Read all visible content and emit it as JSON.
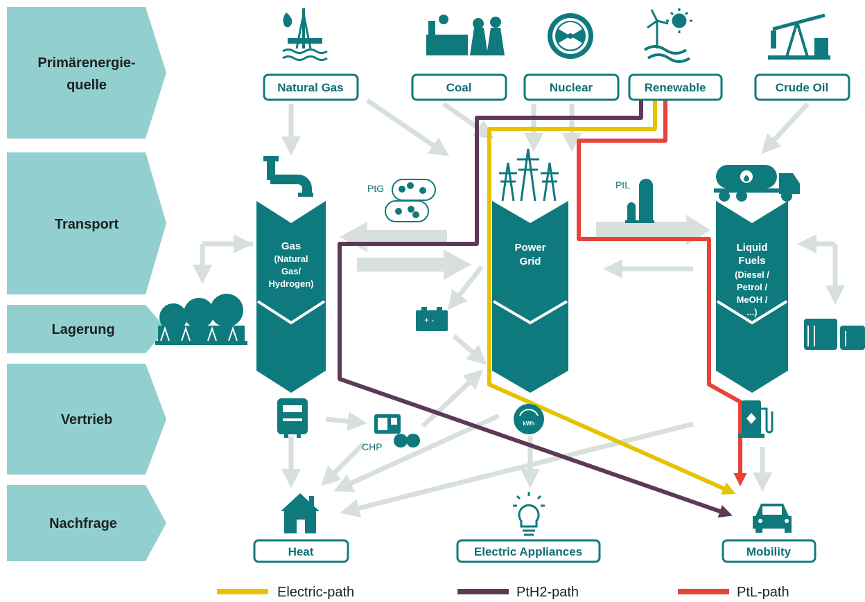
{
  "colors": {
    "teal": "#0f7a7d",
    "stage": "#92d0cf",
    "grey_arrow": "#d7e0dc",
    "electric": "#e7c200",
    "pth2": "#5c3956",
    "ptl": "#e8443a"
  },
  "stages": [
    {
      "line1": "Primärenergie-",
      "line2": "quelle"
    },
    {
      "line1": "Transport",
      "line2": ""
    },
    {
      "line1": "Lagerung",
      "line2": ""
    },
    {
      "line1": "Vertrieb",
      "line2": ""
    },
    {
      "line1": "Nachfrage",
      "line2": ""
    }
  ],
  "sources": [
    "Natural Gas",
    "Coal",
    "Nuclear",
    "Renewable",
    "Crude Oil"
  ],
  "columns": {
    "gas": [
      "Gas",
      "(Natural",
      "Gas/",
      "Hydrogen)"
    ],
    "grid": [
      "Power",
      "Grid"
    ],
    "fuels": [
      "Liquid",
      "Fuels",
      "(Diesel /",
      "Petrol /",
      "MeOH /",
      "...)"
    ]
  },
  "labels": {
    "ptg": "PtG",
    "ptl": "PtL",
    "chp": "CHP",
    "kwh": "kWh"
  },
  "demand": [
    "Heat",
    "Electric Appliances",
    "Mobility"
  ],
  "legend": [
    "Electric-path",
    "PtH2-path",
    "PtL-path"
  ],
  "icons": [
    "gas-rig-icon",
    "factory-icon",
    "radiation-icon",
    "wind-sun-icon",
    "oil-pump-icon",
    "pipe-icon",
    "pylon-icon",
    "tanker-truck-icon",
    "gas-tanks-icon",
    "oil-storage-icon",
    "battery-icon",
    "gas-meter-icon",
    "chp-unit-icon",
    "electric-meter-icon",
    "fuel-pump-icon",
    "house-icon",
    "lightbulb-icon",
    "car-icon"
  ]
}
